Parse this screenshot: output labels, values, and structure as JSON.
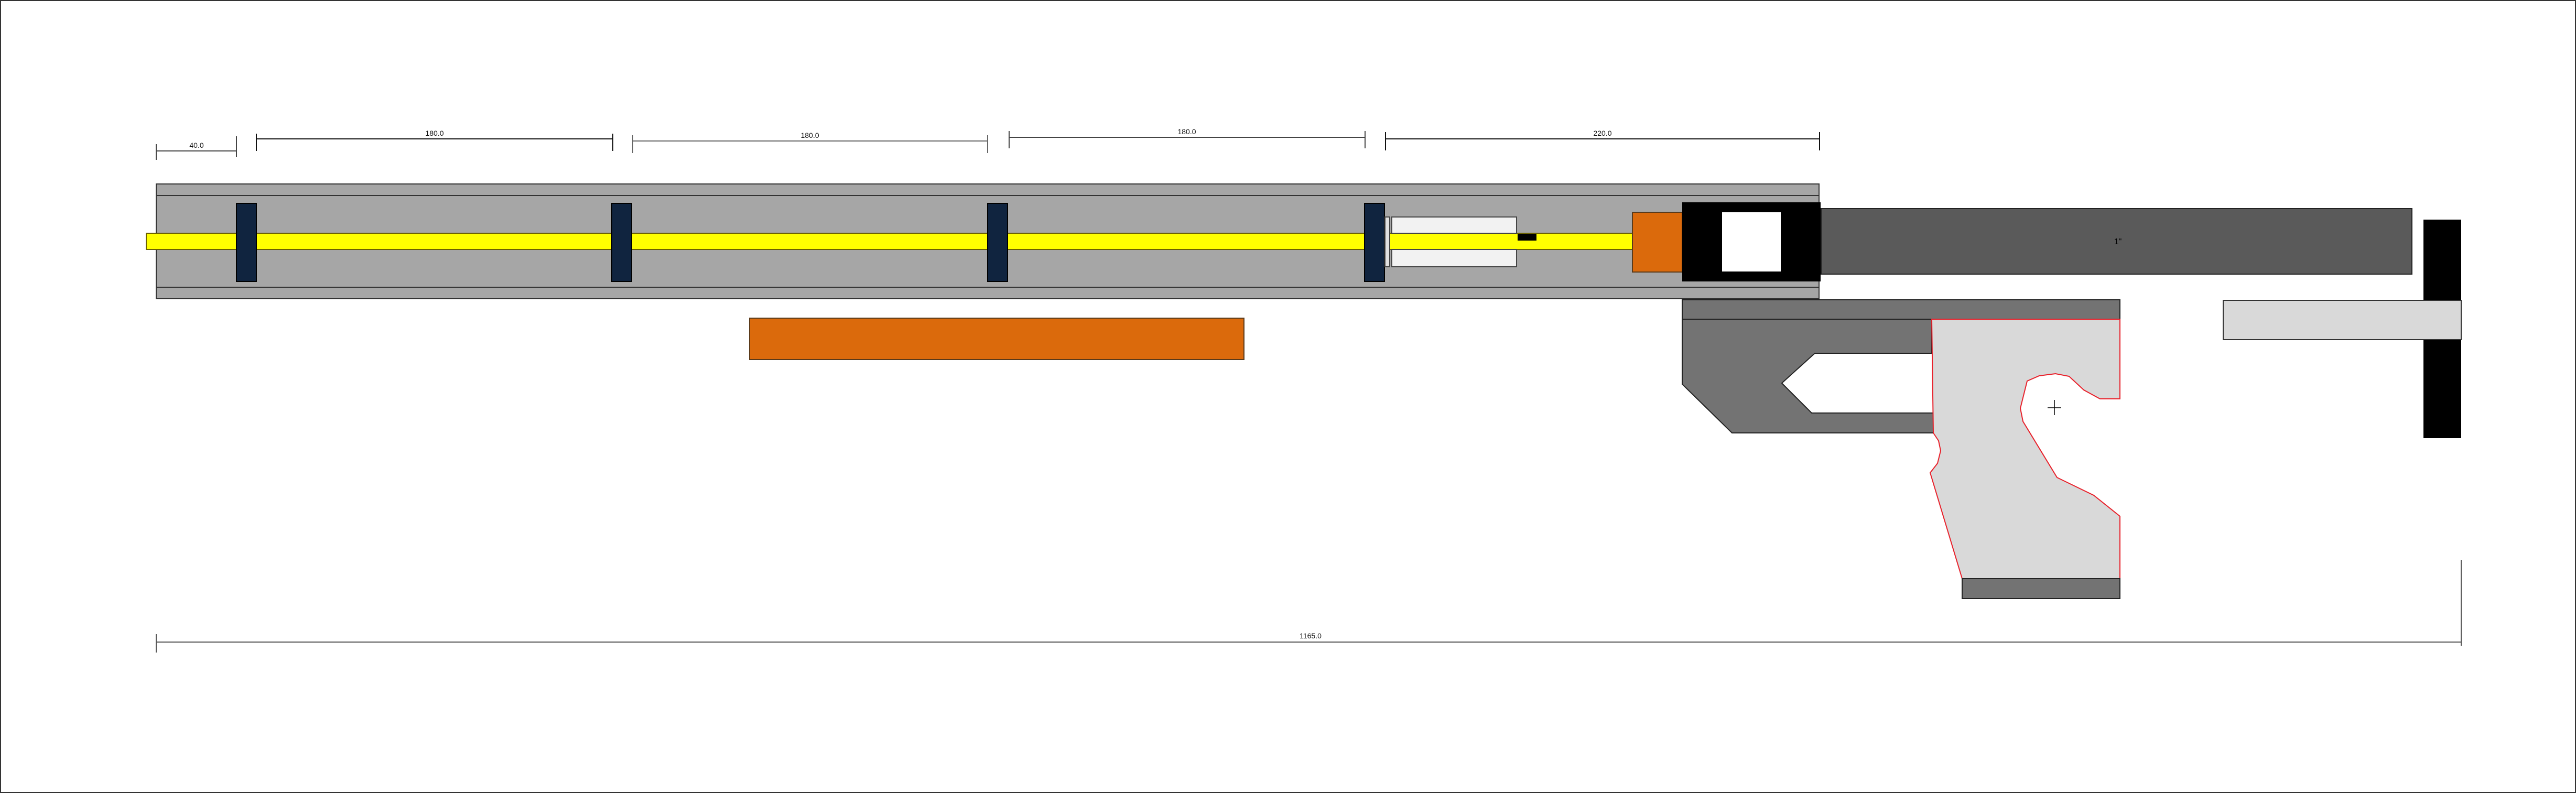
{
  "dimensions": {
    "d1": "40.0",
    "d2": "180.0",
    "d3": "180.0",
    "d4": "180.0",
    "d5": "220.0",
    "overall": "1165.0"
  },
  "barrel_label": "1\"",
  "colors": {
    "body": "#a6a6a6",
    "rod": "#ffff00",
    "spacer": "#10243f",
    "orange": "#db6a0c",
    "barrel": "#5a5a5a",
    "frame": "#737373",
    "grip": "#d9d9d9",
    "grip_outline": "#e8202a"
  }
}
